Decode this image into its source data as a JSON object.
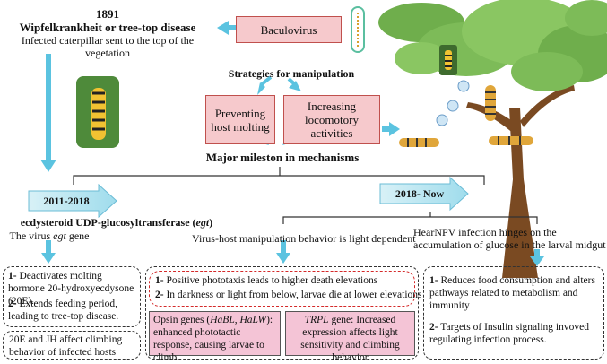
{
  "history": {
    "year": "1891",
    "disease": "Wipfelkrankheit or tree-top disease",
    "description": "Infected caterpillar sent to the top of the vegetation"
  },
  "baculovirus": {
    "label": "Baculovirus"
  },
  "strategies": {
    "title": "Strategies for manipulation",
    "left": "Preventing host molting",
    "right": "Increasing locomotory activities"
  },
  "milestones": {
    "title": "Major mileston in mechanisms"
  },
  "periods": {
    "early": "2011-2018",
    "late": "2018- Now"
  },
  "col1": {
    "heading_pre": "ecdysteroid UDP-glucosyltransferase (",
    "heading_em": "egt",
    "heading_post": ")",
    "sub_pre": "The virus ",
    "sub_em": "egt",
    "sub_post": " gene",
    "item1_num": "1-",
    "item1": "Deactivates molting hormone 20-hydroxyecdysone (20E).",
    "item2_num": "2-",
    "item2": "Extends feeding period, leading to tree-top disease.",
    "box2": "20E and JH affect climbing behavior of infected hosts"
  },
  "col2": {
    "heading": "Virus-host manipulation behavior is light dependent",
    "item1_num": "1-",
    "item1": "Positive phototaxis leads to higher death elevations",
    "item2_num": "2-",
    "item2": "In darkness or light from below, larvae die at lower elevations",
    "opsin_pre": "Opsin genes (",
    "opsin_g1": "HaBL",
    "opsin_sep": ", ",
    "opsin_g2": "HaLW",
    "opsin_post": "): enhanced phototactic response, causing larvae to climb",
    "trpl_em": "TRPL",
    "trpl_post": " gene: Increased expression affects light sensitivity and climbing behavior"
  },
  "col3": {
    "heading": "HearNPV infection hinges on the accumulation of glucose in the larval midgut",
    "item1_num": "1-",
    "item1": "Reduces food consumption and alters pathways related to metabolism and immunity",
    "item2_num": "2-",
    "item2": "Targets of Insulin signaling invoved regulating infection process."
  },
  "colors": {
    "arrow": "#5bc3e0",
    "pink_fill": "#f6c9cc",
    "pink_border": "#c0504d",
    "red_dash": "#d42a2a"
  }
}
